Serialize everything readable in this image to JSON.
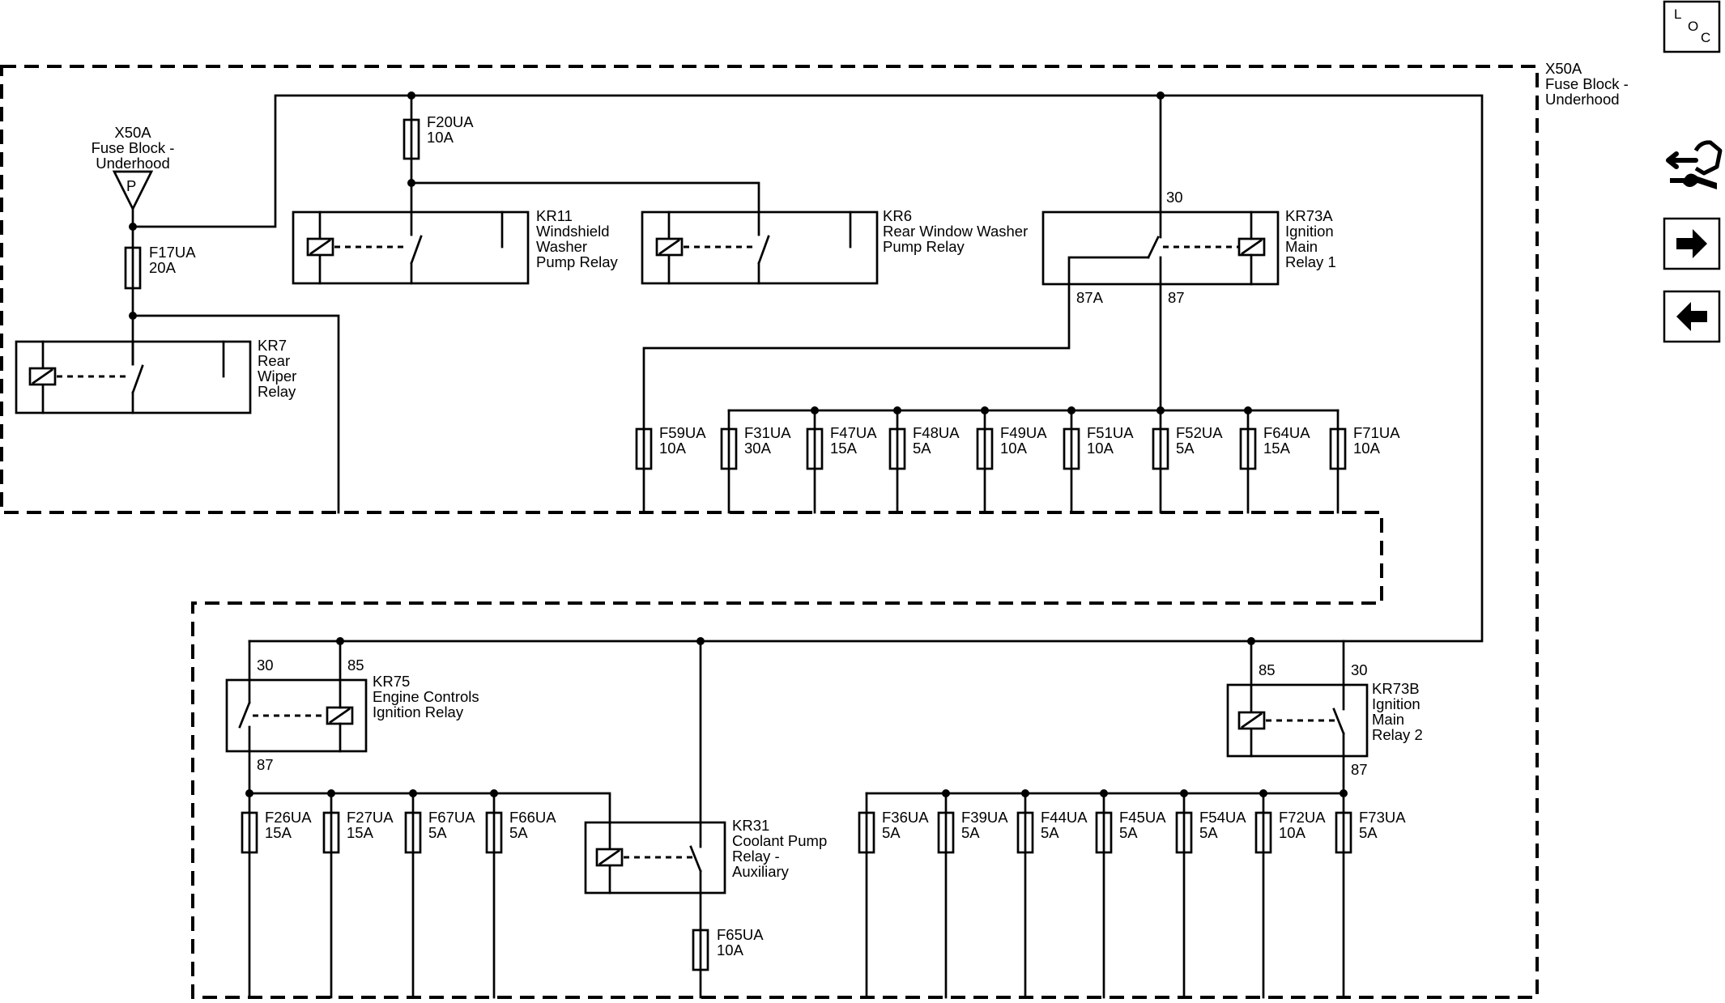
{
  "loc_button": {
    "letters": [
      "L",
      "O",
      "C"
    ]
  },
  "nav": {
    "connector_icon": "wrench-connector-icon",
    "next_icon": "arrow-right-icon",
    "prev_icon": "arrow-left-icon"
  },
  "fuse_block": {
    "frame_label": [
      "X50A",
      "Fuse Block -",
      "Underhood"
    ],
    "power_label": [
      "X50A",
      "Fuse Block -",
      "Underhood"
    ],
    "power_terminal": "P"
  },
  "relays": {
    "kr11": {
      "lines": [
        "KR11",
        "Windshield",
        "Washer",
        "Pump Relay"
      ]
    },
    "kr6": {
      "lines": [
        "KR6",
        "Rear Window Washer",
        "Pump Relay"
      ]
    },
    "kr73a": {
      "lines": [
        "KR73A",
        "Ignition",
        "Main",
        "Relay 1"
      ],
      "pins": {
        "p30": "30",
        "p87a": "87A",
        "p87": "87"
      }
    },
    "kr7": {
      "lines": [
        "KR7",
        "Rear",
        "Wiper",
        "Relay"
      ]
    },
    "kr75": {
      "lines": [
        "KR75",
        "Engine Controls",
        "Ignition Relay"
      ],
      "pins": {
        "p30": "30",
        "p85": "85",
        "p87": "87"
      }
    },
    "kr31": {
      "lines": [
        "KR31",
        "Coolant Pump",
        "Relay -",
        "Auxiliary"
      ]
    },
    "kr73b": {
      "lines": [
        "KR73B",
        "Ignition",
        "Main",
        "Relay 2"
      ],
      "pins": {
        "p85": "85",
        "p30": "30",
        "p87": "87"
      }
    }
  },
  "fuses": {
    "f20": {
      "name": "F20UA",
      "rating": "10A"
    },
    "f17": {
      "name": "F17UA",
      "rating": "20A"
    },
    "f59": {
      "name": "F59UA",
      "rating": "10A"
    },
    "f31": {
      "name": "F31UA",
      "rating": "30A"
    },
    "f47": {
      "name": "F47UA",
      "rating": "15A"
    },
    "f48": {
      "name": "F48UA",
      "rating": "5A"
    },
    "f49": {
      "name": "F49UA",
      "rating": "10A"
    },
    "f51": {
      "name": "F51UA",
      "rating": "10A"
    },
    "f52": {
      "name": "F52UA",
      "rating": "5A"
    },
    "f64": {
      "name": "F64UA",
      "rating": "15A"
    },
    "f71": {
      "name": "F71UA",
      "rating": "10A"
    },
    "f26": {
      "name": "F26UA",
      "rating": "15A"
    },
    "f27": {
      "name": "F27UA",
      "rating": "15A"
    },
    "f67": {
      "name": "F67UA",
      "rating": "5A"
    },
    "f66": {
      "name": "F66UA",
      "rating": "5A"
    },
    "f65": {
      "name": "F65UA",
      "rating": "10A"
    },
    "f36": {
      "name": "F36UA",
      "rating": "5A"
    },
    "f39": {
      "name": "F39UA",
      "rating": "5A"
    },
    "f44": {
      "name": "F44UA",
      "rating": "5A"
    },
    "f45": {
      "name": "F45UA",
      "rating": "5A"
    },
    "f54": {
      "name": "F54UA",
      "rating": "5A"
    },
    "f72": {
      "name": "F72UA",
      "rating": "10A"
    },
    "f73": {
      "name": "F73UA",
      "rating": "5A"
    }
  }
}
